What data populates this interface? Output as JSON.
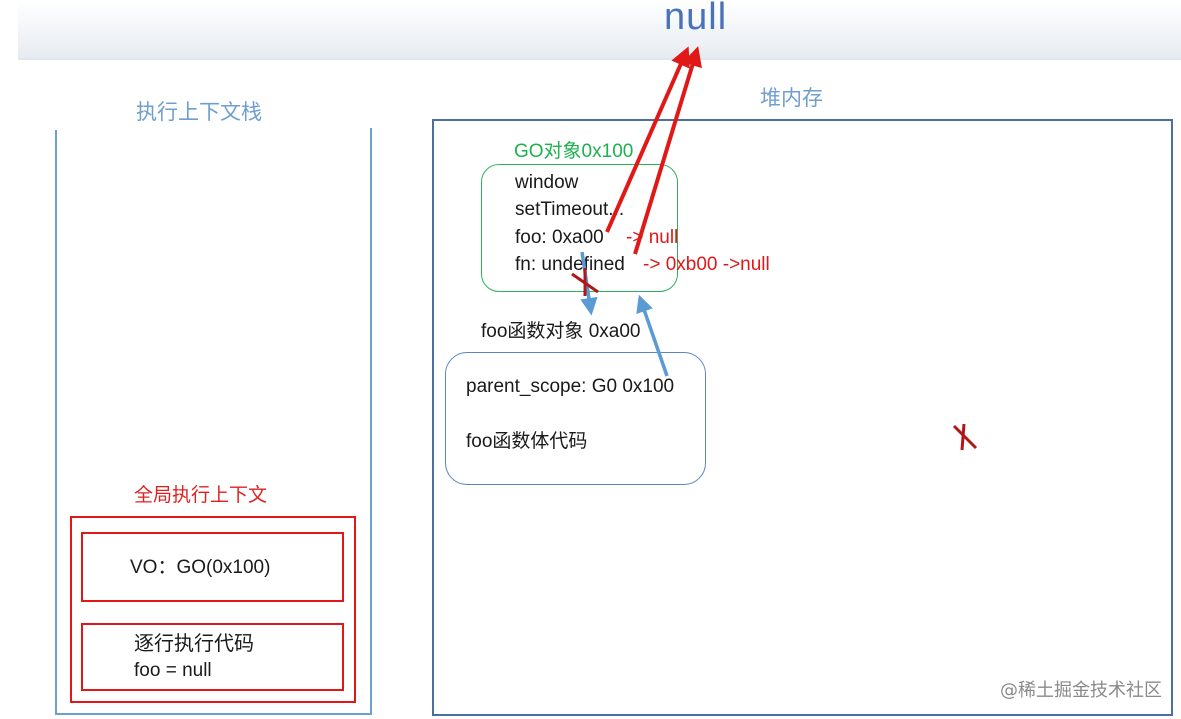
{
  "top": {
    "null_label": "null"
  },
  "stack": {
    "title": "执行上下文栈"
  },
  "heap": {
    "title": "堆内存"
  },
  "global_ec": {
    "title": "全局执行上下文",
    "vo_label": "VO：GO(0x100)",
    "code_title": "逐行执行代码",
    "code_line": "foo = null"
  },
  "go_object": {
    "title": "GO对象0x100",
    "lines": [
      "window",
      "setTimeout...",
      "foo: 0xa00",
      "fn: undefined"
    ],
    "foo_change": "-> null",
    "fn_change": "-> 0xb00 ->null"
  },
  "foo_object": {
    "title": "foo函数对象 0xa00",
    "parent_scope": "parent_scope: G0 0x100",
    "body": "foo函数体代码"
  },
  "watermark": "@稀土掘金技术社区",
  "colors": {
    "red": "#e01818",
    "blue": "#6f9fd0",
    "green": "#1fb04f",
    "arrow_blue": "#5b9bd5"
  },
  "icons": [
    "cross-mark-icon",
    "arrow-icon"
  ]
}
